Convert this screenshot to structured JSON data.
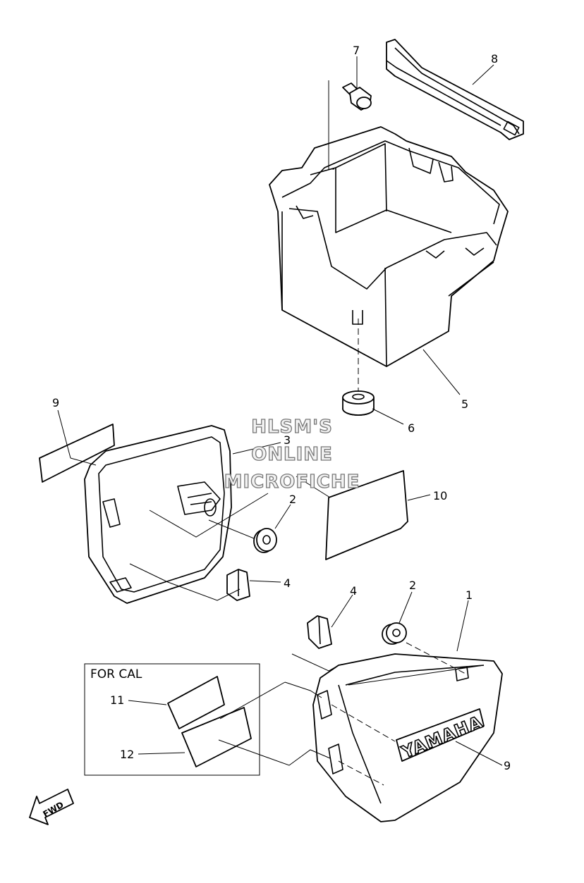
{
  "callouts": {
    "c1": "1",
    "c2a": "2",
    "c2b": "2",
    "c3": "3",
    "c4a": "4",
    "c4b": "4",
    "c5": "5",
    "c6": "6",
    "c7": "7",
    "c8": "8",
    "c9a": "9",
    "c9b": "9",
    "c10": "10",
    "c11": "11",
    "c12": "12"
  },
  "inset_box": {
    "title": "FOR CAL"
  },
  "watermark": {
    "line1": "HLSM'S",
    "line2": "ONLINE",
    "line3": "MICROFICHE"
  },
  "fwd_label": "FWD",
  "brand_label": "YAMAHA"
}
